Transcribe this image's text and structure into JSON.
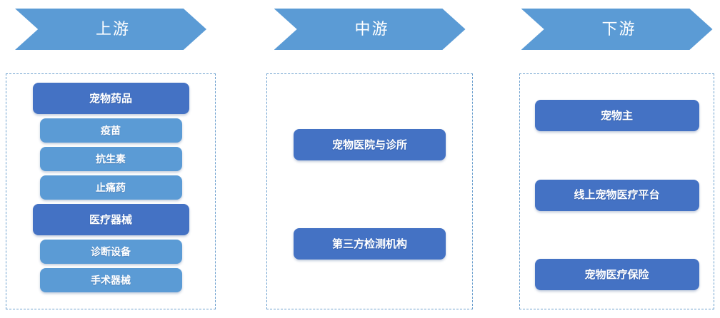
{
  "diagram": {
    "type": "value-chain",
    "colors": {
      "header_chevron": "#5B9BD5",
      "category_box": "#4472C4",
      "sub_item_box": "#5B9BD5",
      "container_border": "#6B9FCE",
      "text": "#FFFFFF",
      "background": "#FFFFFF"
    },
    "columns": [
      {
        "id": "upstream",
        "header": "上游",
        "nodes": [
          {
            "label": "宠物药品",
            "kind": "category"
          },
          {
            "label": "疫苗",
            "kind": "sub"
          },
          {
            "label": "抗生素",
            "kind": "sub"
          },
          {
            "label": "止痛药",
            "kind": "sub"
          },
          {
            "label": "医疗器械",
            "kind": "category"
          },
          {
            "label": "诊断设备",
            "kind": "sub"
          },
          {
            "label": "手术器械",
            "kind": "sub"
          }
        ]
      },
      {
        "id": "midstream",
        "header": "中游",
        "nodes": [
          {
            "label": "宠物医院与诊所",
            "kind": "plain"
          },
          {
            "label": "第三方检测机构",
            "kind": "plain"
          }
        ]
      },
      {
        "id": "downstream",
        "header": "下游",
        "nodes": [
          {
            "label": "宠物主",
            "kind": "plain"
          },
          {
            "label": "线上宠物医疗平台",
            "kind": "plain"
          },
          {
            "label": "宠物医疗保险",
            "kind": "plain"
          }
        ]
      }
    ]
  }
}
